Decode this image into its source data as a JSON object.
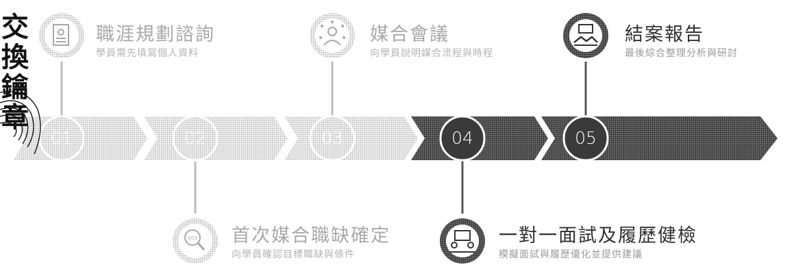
{
  "steps": [
    {
      "num": "01",
      "title": "職涯規劃諮詢",
      "subtitle": "學員需先填寫個人資料",
      "icon": "document-icon",
      "position": "top",
      "shade": "light"
    },
    {
      "num": "02",
      "title": "首次媒合職缺確定",
      "subtitle": "向學員確認目標職缺與條件",
      "icon": "sos-search-icon",
      "position": "bottom",
      "shade": "light"
    },
    {
      "num": "03",
      "title": "媒合會議",
      "subtitle": "向學員說明媒合流程與時程",
      "icon": "person-network-icon",
      "position": "top",
      "shade": "light"
    },
    {
      "num": "04",
      "title": "一對一面試及履歷健檢",
      "subtitle": "模擬面試與履歷優化並提供建議",
      "icon": "interview-icon",
      "position": "bottom",
      "shade": "dark"
    },
    {
      "num": "05",
      "title": "結案報告",
      "subtitle": "最後綜合整理分析與研討",
      "icon": "handshake-icon",
      "position": "top",
      "shade": "dark"
    }
  ],
  "stamp": {
    "text": "交換\n鑰章"
  },
  "colors": {
    "light": "#c4c4c4",
    "dark": "#4a4a4a",
    "darkest": "#333333"
  }
}
